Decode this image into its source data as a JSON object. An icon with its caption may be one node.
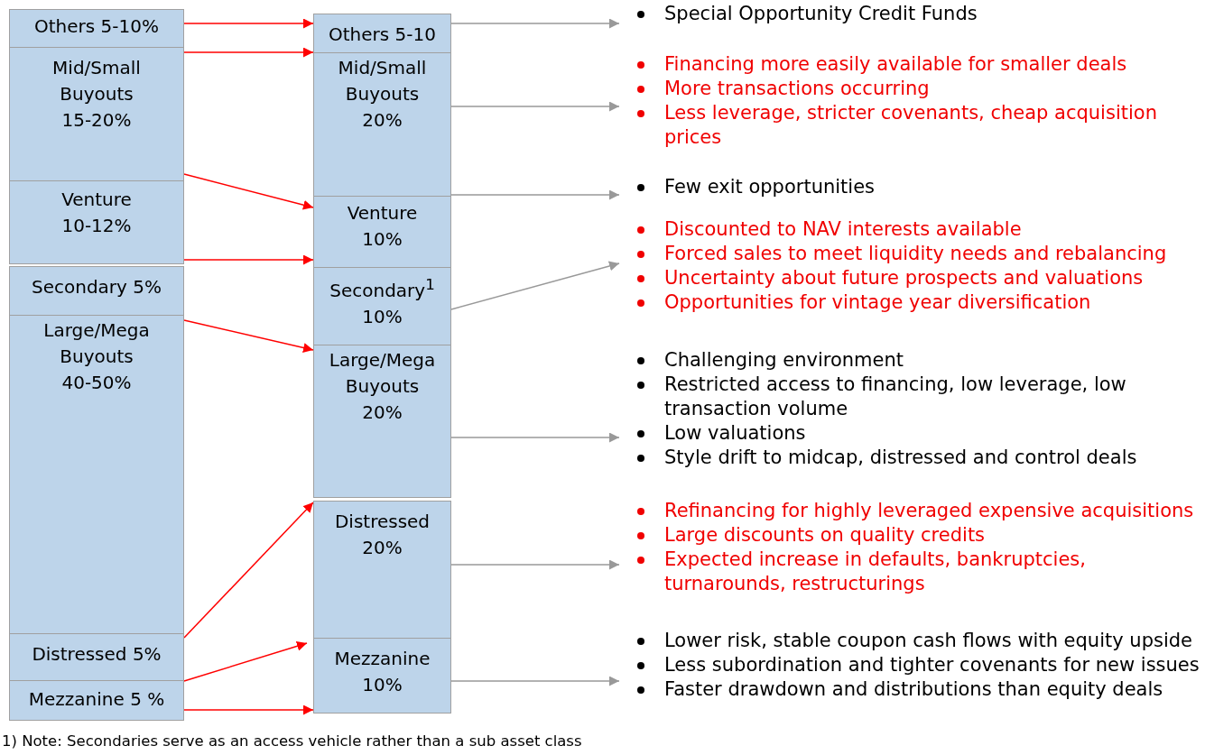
{
  "diagram": {
    "nodes": [
      {
        "text": [
          "Others 5-10%"
        ]
      },
      {
        "text": [
          "Mid/Small Buyouts 15-20%"
        ]
      },
      {
        "text": [
          "Venture 10-12%"
        ]
      },
      {
        "text": [
          "Secondary 5%"
        ]
      },
      {
        "text": [
          "Large/Mega Buyouts 40-50%"
        ]
      },
      {
        "text": [
          "Distressed 5%"
        ]
      },
      {
        "text": [
          "Mezzanine 5 %"
        ]
      },
      {
        "text": [
          "Others 5-10"
        ]
      },
      {
        "text": [
          "Mid/Small Buyouts 20%"
        ]
      },
      {
        "text": [
          "Venture 10%"
        ]
      },
      {
        "text": [
          "Secondary$^{1}$ 10%"
        ]
      },
      {
        "text": [
          "Large/Mega Buyouts 20%"
        ]
      },
      {
        "text": [
          "Distressed 20%"
        ]
      },
      {
        "text": [
          "Mezzanine 10%"
        ]
      },
      {
        "text": [
          "Special Opportunity Credit Funds"
        ]
      },
      {
        "text": [
          "Financing more easily available for smaller deals",
          "More transactions occurring",
          "Less leverage, stricter covenants, cheap acquisition prices"
        ]
      },
      {
        "text": [
          "Few exit opportunities"
        ]
      },
      {
        "text": [
          "Discounted to NAV interests available",
          "Forced sales to meet liquidity needs and rebalancing",
          "Uncertainty about future prospects and valuations",
          "Opportunities for vintage year diversification"
        ]
      },
      {
        "text": [
          "Challenging environment",
          "Restricted access to financing, low leverage, low transaction volume",
          "Low valuations",
          "Style drift to midcap, distressed and control deals"
        ]
      },
      {
        "text": [
          "Refinancing for highly leveraged expensive acquisitions",
          "Large discounts on quality credits",
          "Expected increase in defaults, bankruptcies, turnarounds, restructurings"
        ]
      },
      {
        "text": [
          "Lower risk, stable coupon cash flows with equity upside",
          "Less subordination and tighter covenants for new issues",
          "Faster drawdown and distributions than equity deals"
        ]
      }
    ],
    "edges": [
      {
        "from": 0,
        "to": 7,
        "arrow": "to"
      },
      {
        "from": 1,
        "to": 8,
        "arrow": "to"
      },
      {
        "from": 1,
        "to": 9,
        "arrow": "to"
      },
      {
        "from": 2,
        "to": 9,
        "arrow": "to"
      },
      {
        "from": 4,
        "to": 11,
        "arrow": "to"
      },
      {
        "from": 5,
        "to": 12,
        "arrow": "to"
      },
      {
        "from": 6,
        "to": 13,
        "arrow": "to"
      },
      {
        "from": 6,
        "to": 13,
        "arrow": "to"
      },
      {
        "from": 7,
        "to": 14,
        "arrow": "to",
        "color": "#999999"
      },
      {
        "from": 8,
        "to": 15,
        "arrow": "to",
        "color": "#999999"
      },
      {
        "from": 9,
        "to": 16,
        "arrow": "to",
        "color": "#999999"
      },
      {
        "from": 10,
        "to": 17,
        "arrow": "to",
        "color": "#999999"
      },
      {
        "from": 11,
        "to": 18,
        "arrow": "to",
        "color": "#999999"
      },
      {
        "from": 12,
        "to": 19,
        "arrow": "to",
        "color": "#999999"
      },
      {
        "from": 13,
        "to": 20,
        "arrow": "to",
        "color": "#999999"
      }
    ],
    "labels": [
      "1) Note: Secondaries serve as an access vehicle rather than a sub asset class"
    ]
  }
}
